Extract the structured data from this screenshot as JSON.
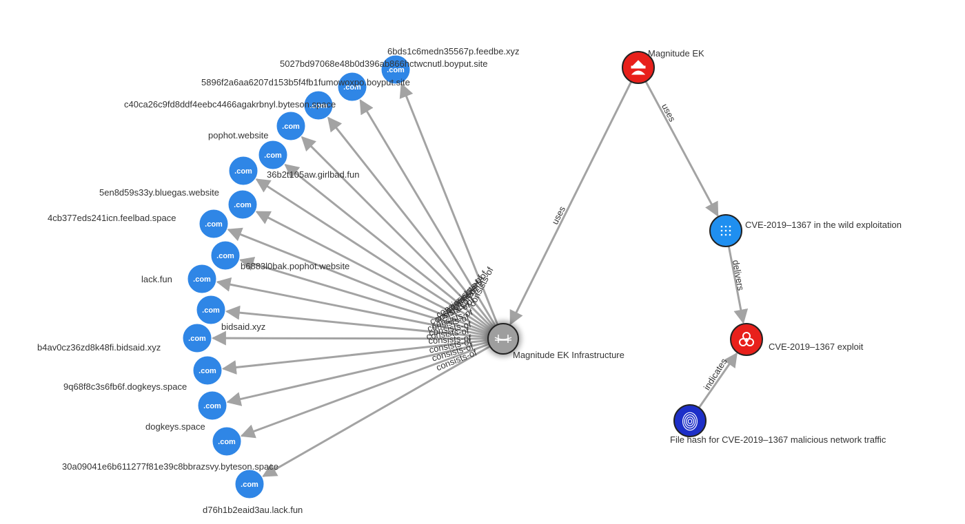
{
  "colors": {
    "edge": "#a3a3a3",
    "domain_fill": "#2f86e6",
    "domain_stroke": "#2f86e6",
    "infra_fill": "#9e9e9e",
    "red_fill": "#e8201b",
    "vuln_fill": "#1f8ff0",
    "indicator_fill": "#1d2fc8",
    "node_stroke": "#222222"
  },
  "domain_icon_text": ".com",
  "hub": {
    "id": "infra",
    "label": "Magnitude EK Infrastructure",
    "icon": "infrastructure-icon"
  },
  "domains": [
    {
      "label": "6bds1c6medn35567p.feedbe.xyz"
    },
    {
      "label": "5027bd97068e48b0d396ab866hctwcnutl.boyput.site"
    },
    {
      "label": "5896f2a6aa6207d153b5f4fb1fumowoxpo.boyput.site"
    },
    {
      "label": "c40ca26c9fd8ddf4eebc4466agakrbnyl.byteson.space"
    },
    {
      "label": "pophot.website"
    },
    {
      "label": "36b2t105aw.girlbad.fun"
    },
    {
      "label": "5en8d59s33y.bluegas.website"
    },
    {
      "label": "4cb377eds241icn.feelbad.space"
    },
    {
      "label": "b6883l0bak.pophot.website"
    },
    {
      "label": "lack.fun"
    },
    {
      "label": "bidsaid.xyz"
    },
    {
      "label": "b4av0cz36zd8k48fi.bidsaid.xyz"
    },
    {
      "label": "9q68f8c3s6fb6f.dogkeys.space"
    },
    {
      "label": "dogkeys.space"
    },
    {
      "label": "30a09041e6b611277f81e39c8bbrazsvy.byteson.space"
    },
    {
      "label": "d76h1b2eaid3au.lack.fun"
    }
  ],
  "hub_edge_label": "consists-of",
  "others": [
    {
      "id": "mek",
      "label": "Magnitude EK",
      "icon": "threat-actor-icon"
    },
    {
      "id": "vuln",
      "label": "CVE-2019–1367 in the wild exploitation",
      "icon": "attack-pattern-icon"
    },
    {
      "id": "exploit",
      "label": "CVE-2019–1367 exploit",
      "icon": "biohazard-icon"
    },
    {
      "id": "hash",
      "label": "File hash for CVE-2019–1367 malicious network traffic",
      "icon": "fingerprint-icon"
    }
  ],
  "edges": [
    {
      "from": "mek",
      "to": "infra",
      "label": "uses"
    },
    {
      "from": "mek",
      "to": "vuln",
      "label": "uses"
    },
    {
      "from": "vuln",
      "to": "exploit",
      "label": "delivers"
    },
    {
      "from": "hash",
      "to": "exploit",
      "label": "indicates"
    }
  ]
}
